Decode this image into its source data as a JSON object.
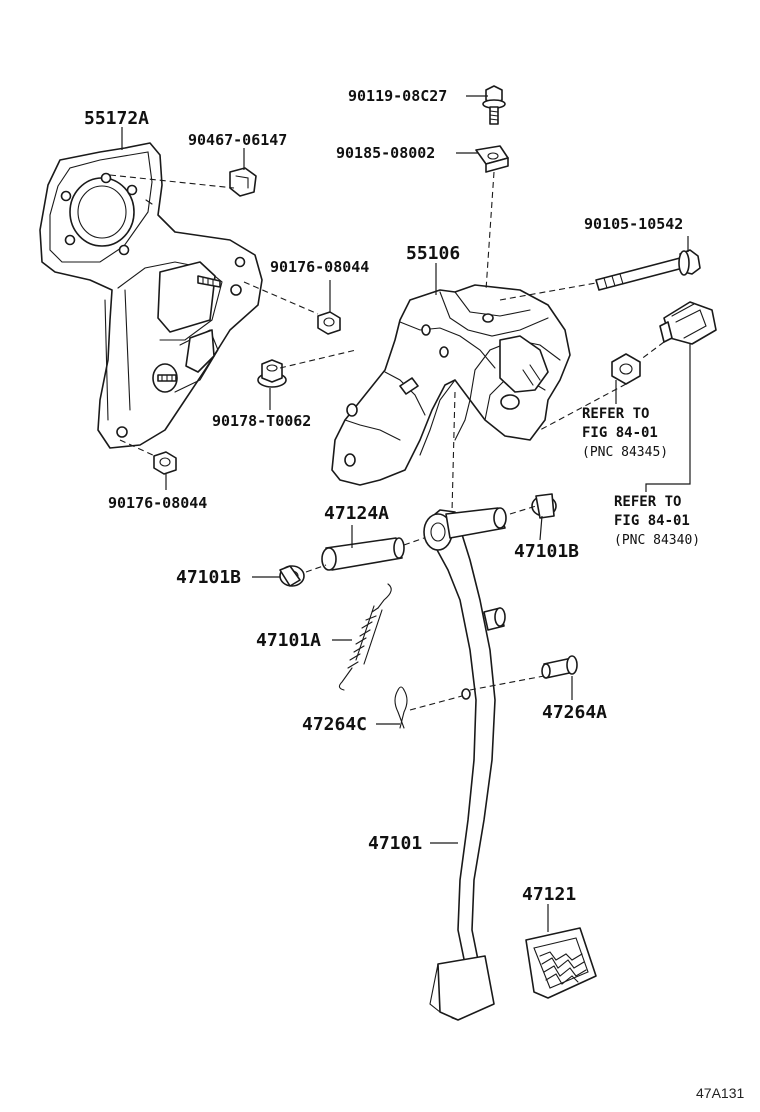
{
  "parts": {
    "p_55172A": "55172A",
    "p_90467_06147": "90467-06147",
    "p_90176_08044_upper": "90176-08044",
    "p_90176_08044_lower": "90176-08044",
    "p_90178_T0062": "90178-T0062",
    "p_90119_08C27": "90119-08C27",
    "p_90185_08002": "90185-08002",
    "p_90105_10542": "90105-10542",
    "p_55106": "55106",
    "p_47124A": "47124A",
    "p_47101B_left": "47101B",
    "p_47101B_right": "47101B",
    "p_47101A": "47101A",
    "p_47264C": "47264C",
    "p_47264A": "47264A",
    "p_47101": "47101",
    "p_47121": "47121"
  },
  "references": {
    "ref1_line1": "REFER TO",
    "ref1_line2": "FIG 84-01",
    "ref1_line3": "(PNC 84345)",
    "ref2_line1": "REFER TO",
    "ref2_line2": "FIG 84-01",
    "ref2_line3": "(PNC 84340)"
  },
  "footer": {
    "figure_code": "47A131"
  }
}
